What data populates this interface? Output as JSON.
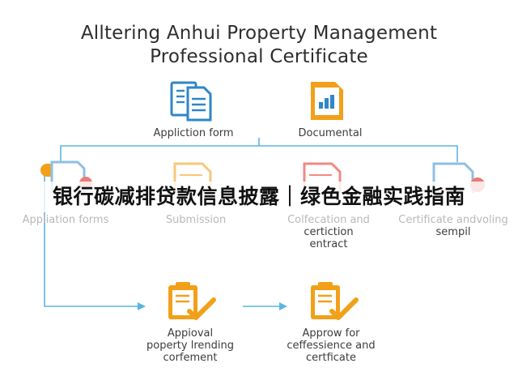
{
  "title": {
    "line1": "Alltering Anhui Property Management",
    "line2": "Professional Certificate"
  },
  "nodes": {
    "application_form": {
      "label": "Appliction form",
      "icon": "document-pages-icon"
    },
    "documental": {
      "label": "Documental",
      "icon": "document-chart-icon"
    },
    "application_forms": {
      "label": "Appliation forms",
      "icon": "document-icon"
    },
    "submission": {
      "label": "Submission",
      "icon": "document-icon"
    },
    "collection": {
      "line1": "Colfecation and",
      "line2": "certiction",
      "line3": "entract",
      "icon": "document-icon"
    },
    "certificate": {
      "line1": "Certificate andvoling",
      "line2": "sempil",
      "icon": "document-icon"
    },
    "approval": {
      "line1": "Appioval",
      "line2": "poperty lrending",
      "line3": "corfement",
      "icon": "clipboard-check-icon"
    },
    "approw": {
      "line1": "Approw for",
      "line2": "ceffessience and",
      "line3": "certficate",
      "icon": "clipboard-check-icon"
    }
  },
  "banner": {
    "text": "银行碳减排贷款信息披露｜绿色金融实践指南"
  },
  "colors": {
    "blue": "#2f86c9",
    "orange": "#f2a019",
    "connector": "#5ab6e0",
    "red": "#d9453c"
  }
}
